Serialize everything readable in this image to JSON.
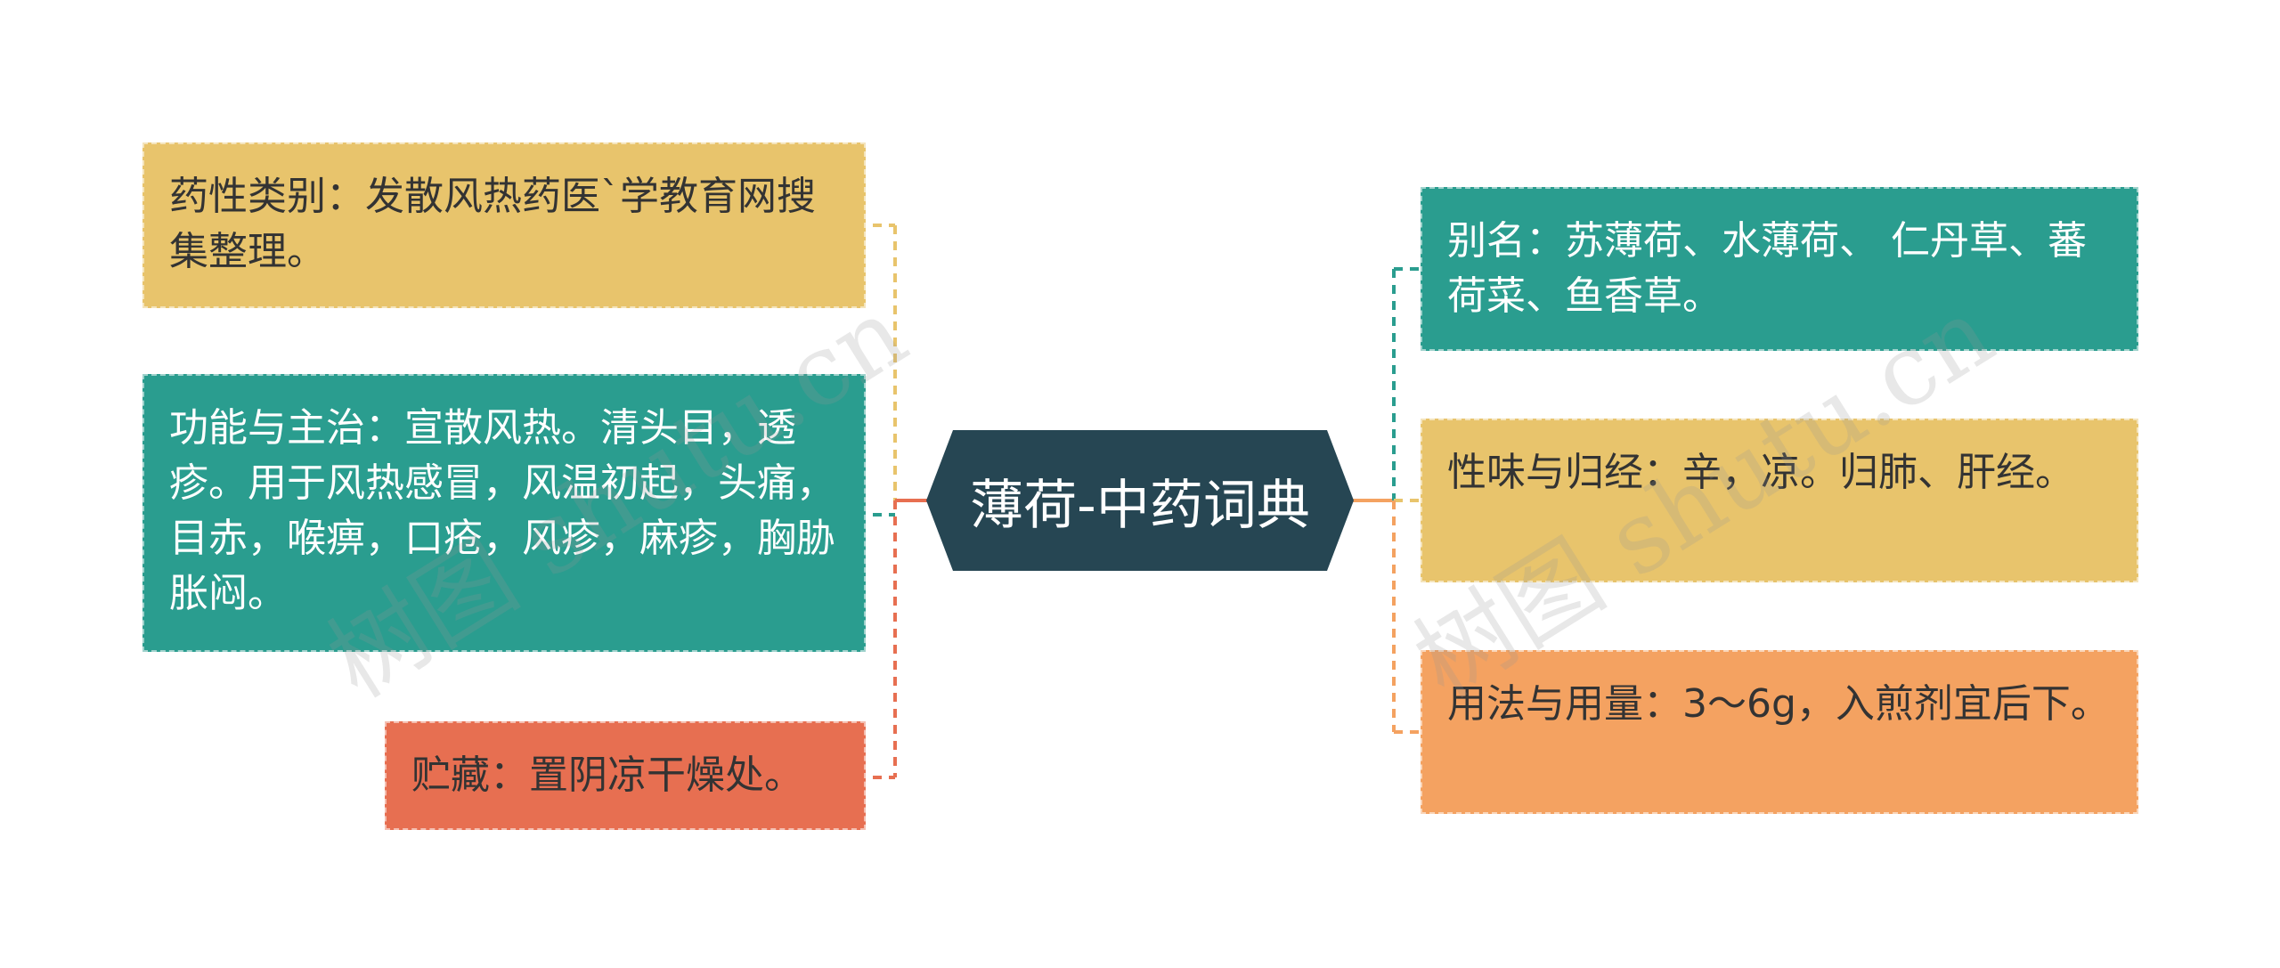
{
  "center": {
    "title": "薄荷-中药词典"
  },
  "left_nodes": [
    {
      "text": "药性类别：发散风热药医`学教育网搜集整理。"
    },
    {
      "text": "功能与主治：宣散风热。清头目，透疹。用于风热感冒，风温初起，头痛，目赤，喉痹，口疮，风疹，麻疹，胸胁胀闷。"
    },
    {
      "text": "贮藏：置阴凉干燥处。"
    }
  ],
  "right_nodes": [
    {
      "text": "别名：苏薄荷、水薄荷、 仁丹草、蕃荷菜、鱼香草。"
    },
    {
      "text": "性味与归经：辛，凉。归肺、肝经。"
    },
    {
      "text": "用法与用量：3～6g，入煎剂宜后下。"
    }
  ],
  "watermarks": [
    "树图 shutu.cn",
    "树图 shutu.cn"
  ],
  "colors": {
    "center": "#264653",
    "teal": "#2a9d8f",
    "yellow": "#e8c46c",
    "red": "#e76f51",
    "orange": "#f4a261"
  }
}
